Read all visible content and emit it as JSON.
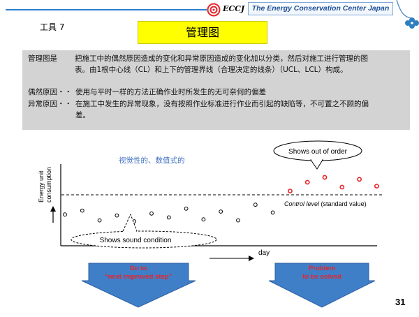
{
  "header": {
    "logo_text": "ECCJ",
    "org_name": "The Energy Conservation Center Japan",
    "tool_number": "工具 7",
    "title": "管理图"
  },
  "definition": {
    "term": "管理图是",
    "body_line1": "把施工中的偶然原因造成的变化和异常原因造成的变化加以分类，然后对施工进行管理的图",
    "body_line2": "表。由1根中心线（CL）和上下的管理界线（合理决定的线条）（UCL、LCL）构成。",
    "cause1_label": "偶然原因・・",
    "cause1_text": "使用与平时一样的方法正确作业时所发生的无可奈何的偏差",
    "cause2_label": "异常原因・・",
    "cause2_text_line1": "在施工中发生的异常现象，没有按照作业标准进行作业而引起的缺陷等，不可置之不顾的偏",
    "cause2_text_line2": "差。"
  },
  "chart_data": {
    "type": "scatter",
    "subtitle": "视觉性的、数值式的",
    "ylabel_line1": "Energy unit",
    "ylabel_line2": "consumption",
    "xlabel": "day",
    "control_level_italic": "Control level",
    "control_level_suffix": " (standard value)",
    "normal_points": [
      {
        "x": 1,
        "y": 3.2
      },
      {
        "x": 2,
        "y": 3.6
      },
      {
        "x": 3,
        "y": 2.6
      },
      {
        "x": 4,
        "y": 3.1
      },
      {
        "x": 5,
        "y": 2.5
      },
      {
        "x": 6,
        "y": 3.3
      },
      {
        "x": 7,
        "y": 2.9
      },
      {
        "x": 8,
        "y": 3.8
      },
      {
        "x": 9,
        "y": 2.7
      },
      {
        "x": 10,
        "y": 3.5
      },
      {
        "x": 11,
        "y": 2.6
      },
      {
        "x": 12,
        "y": 4.2
      },
      {
        "x": 13,
        "y": 3.4
      }
    ],
    "outlier_points": [
      {
        "x": 14,
        "y": 5.6
      },
      {
        "x": 15,
        "y": 6.5
      },
      {
        "x": 16,
        "y": 7.0
      },
      {
        "x": 17,
        "y": 6.0
      },
      {
        "x": 18,
        "y": 6.8
      },
      {
        "x": 19,
        "y": 6.1
      }
    ],
    "control_level": 4.5,
    "outlier_color": "#e8242a",
    "normal_color": "#000000",
    "callout_out_of_order": "Shows out of order",
    "callout_sound": "Shows sound condition",
    "arrow_left_line1": "Go to",
    "arrow_left_line2": "“next improved step”",
    "arrow_right_line1": "Problem",
    "arrow_right_line2": "to be solved",
    "arrow_fill": "#3f7fc8",
    "arrow_text_color": "#e8242a"
  },
  "page": {
    "number": "31"
  }
}
